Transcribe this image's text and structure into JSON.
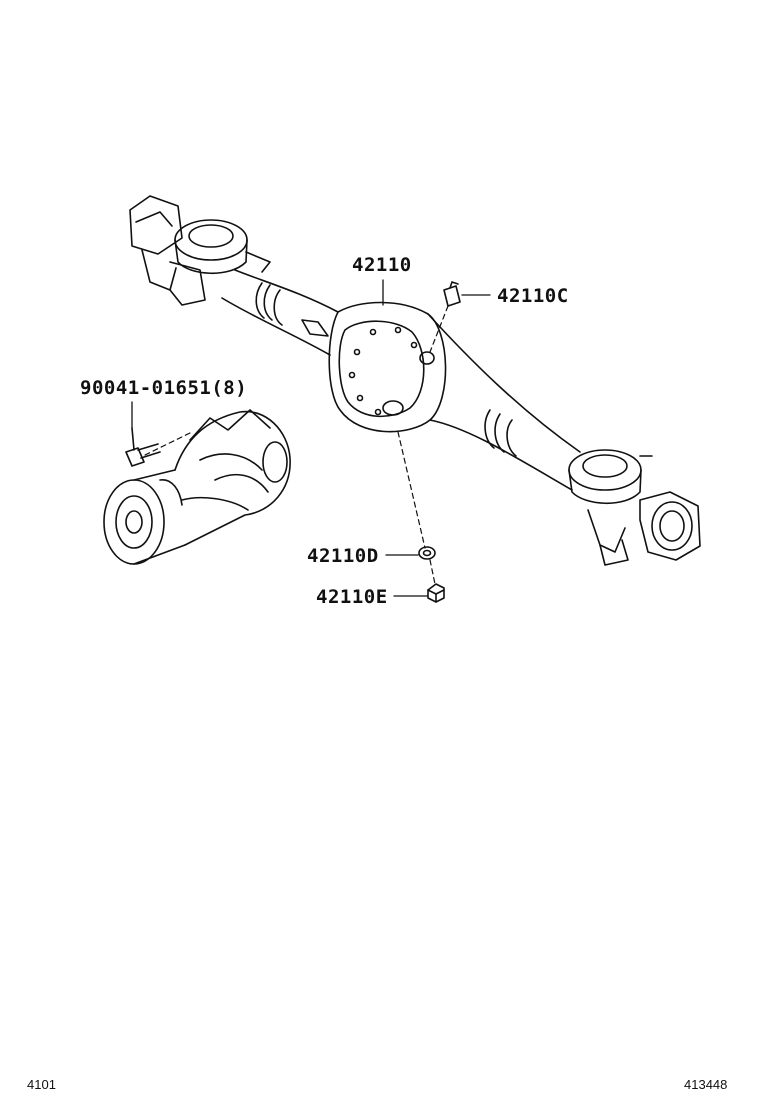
{
  "parts": {
    "housing": "42110",
    "breather_plug": "42110C",
    "bolt": "90041-01651(8)",
    "gasket": "42110D",
    "drain_plug": "42110E"
  },
  "footer": {
    "figure_group": "4101",
    "illustration_id": "413448"
  },
  "colors": {
    "line": "#111111",
    "background": "#ffffff"
  }
}
